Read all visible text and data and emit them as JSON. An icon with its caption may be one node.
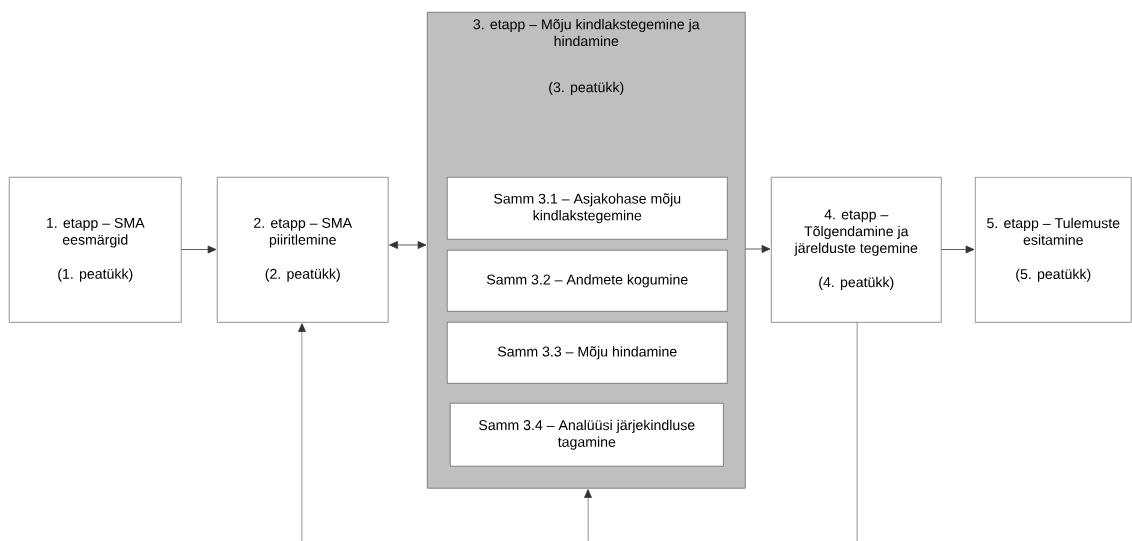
{
  "diagram": {
    "nodes": [
      {
        "text": [
          "1. etapp – SMA eesmärgid",
          "(1. peatükk)"
        ]
      },
      {
        "text": [
          "2. etapp – SMA piiritlemine",
          "(2. peatükk)"
        ]
      },
      {
        "text": [
          "3. etapp – Mõju kindlakstegemine ja hindamine",
          "(3. peatükk)"
        ]
      },
      {
        "text": [
          "Samm 3.1 – Asjakohase mõju kindlakstegemine"
        ],
        "in": 2
      },
      {
        "text": [
          "Samm 3.2 – Andmete kogumine"
        ],
        "in": 2
      },
      {
        "text": [
          "Samm 3.3 – Mõju hindamine"
        ],
        "in": 2
      },
      {
        "text": [
          "Samm 3.4 – Analüüsi järjekindluse tagamine"
        ],
        "in": 2
      },
      {
        "text": [
          "4. etapp – Tõlgendamine ja järelduste tegemine",
          "(4. peatükk)"
        ]
      },
      {
        "text": [
          "5. etapp – Tulemuste esitamine",
          "(5. peatükk)"
        ]
      }
    ],
    "edges": [
      {
        "from": 0,
        "to": 1,
        "arrow": "to"
      },
      {
        "from": 1,
        "to": 2,
        "arrow": "both"
      },
      {
        "from": 2,
        "to": 7,
        "arrow": "to"
      },
      {
        "from": 7,
        "to": 8,
        "arrow": "to"
      },
      {
        "from": null,
        "to": 1,
        "arrow": "to"
      },
      {
        "from": null,
        "to": 2,
        "arrow": "to"
      },
      {
        "from": 7,
        "to": null,
        "arrow": "none"
      }
    ]
  }
}
